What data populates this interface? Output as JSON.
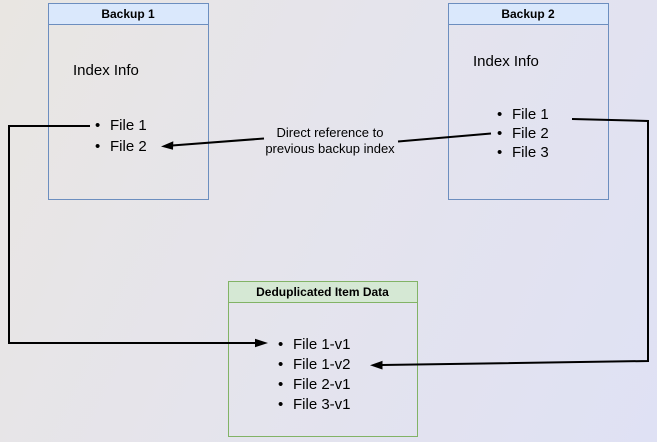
{
  "diagram": {
    "background": {
      "left_color": "#e9e6e2",
      "right_color": "#dfe1f4"
    },
    "connector_color": "#000000",
    "boxes": {
      "backup1": {
        "title": "Backup 1",
        "label": "Index Info",
        "files": [
          "File 1",
          "File 2"
        ],
        "header_color": "#dae8fc",
        "border_color": "#6c8ebf"
      },
      "backup2": {
        "title": "Backup 2",
        "label": "Index Info",
        "files": [
          "File 1",
          "File 2",
          "File 3"
        ],
        "header_color": "#dae8fc",
        "border_color": "#6c8ebf"
      },
      "dedup": {
        "title": "Deduplicated Item Data",
        "items": [
          "File 1-v1",
          "File 1-v2",
          "File 2-v1",
          "File 3-v1"
        ],
        "header_color": "#d5e8d4",
        "border_color": "#82b366"
      }
    },
    "annotation": {
      "line1": "Direct reference to",
      "line2": "previous backup index"
    },
    "bullet_glyph": "•"
  }
}
